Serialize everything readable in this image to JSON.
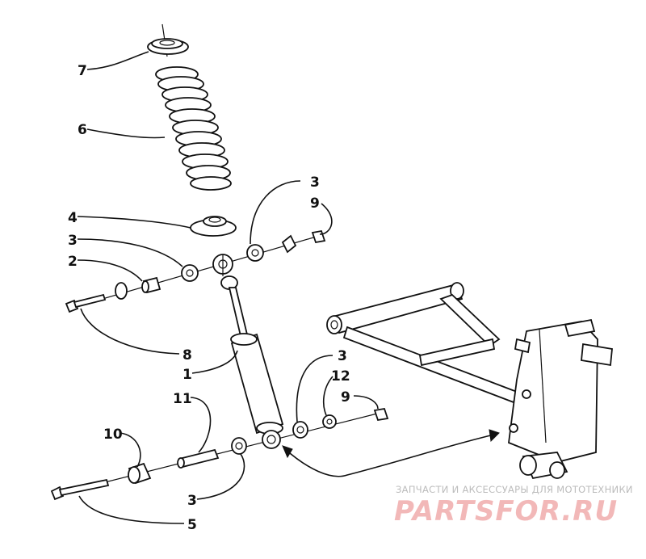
{
  "callouts": [
    {
      "id": "7",
      "label": "7"
    },
    {
      "id": "6",
      "label": "6"
    },
    {
      "id": "4",
      "label": "4"
    },
    {
      "id": "3a",
      "label": "3"
    },
    {
      "id": "2",
      "label": "2"
    },
    {
      "id": "8",
      "label": "8"
    },
    {
      "id": "1",
      "label": "1"
    },
    {
      "id": "3b",
      "label": "3"
    },
    {
      "id": "9a",
      "label": "9"
    },
    {
      "id": "3c",
      "label": "3"
    },
    {
      "id": "12",
      "label": "12"
    },
    {
      "id": "9b",
      "label": "9"
    },
    {
      "id": "11",
      "label": "11"
    },
    {
      "id": "10",
      "label": "10"
    },
    {
      "id": "3d",
      "label": "3"
    },
    {
      "id": "5",
      "label": "5"
    }
  ],
  "watermark": {
    "tagline": "ЗАПЧАСТИ И АКСЕССУАРЫ ДЛЯ МОТОТЕХНИКИ",
    "logo": "PARTSFOR.RU"
  }
}
